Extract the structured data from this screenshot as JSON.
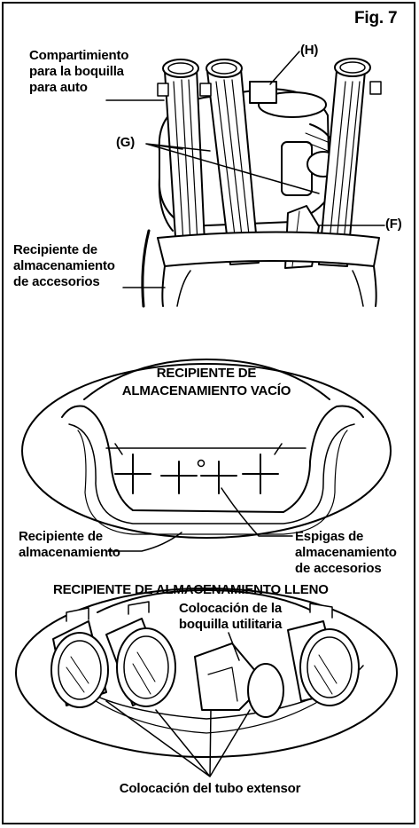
{
  "figure": {
    "number": "Fig. 7"
  },
  "top_panel": {
    "car_nozzle_compartment": [
      "Compartimiento",
      "para la boquilla",
      "para auto"
    ],
    "label_h": "(H)",
    "label_g": "(G)",
    "label_f": "(F)",
    "accessory_container": [
      "Recipiente de",
      "almacenamiento",
      "de accesorios"
    ]
  },
  "middle_panel": {
    "title": [
      "RECIPIENTE DE",
      "ALMACENAMIENTO VACÍO"
    ],
    "container_label": [
      "Recipiente de",
      "almacenamiento"
    ],
    "pegs_label": [
      "Espigas de",
      "almacenamiento",
      "de accesorios"
    ]
  },
  "bottom_panel": {
    "title": "RECIPIENTE DE ALMACENAMIENTO LLENO",
    "utility_nozzle": [
      "Colocación de la",
      "boquilla utilitaria"
    ],
    "extension_tube": "Colocación del tubo extensor"
  }
}
